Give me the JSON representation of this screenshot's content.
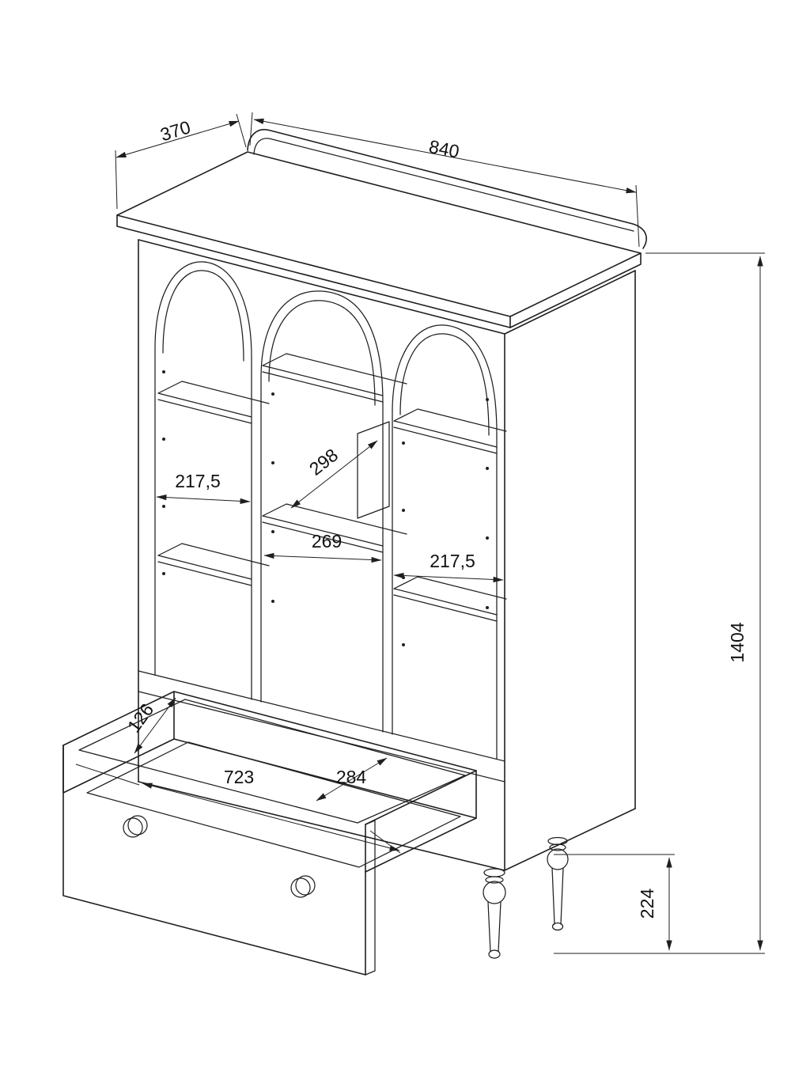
{
  "drawing": {
    "dimensions": {
      "depth_top": "370",
      "width_top": "840",
      "overall_height": "1404",
      "leg_height": "224",
      "left_compartment_width": "217,5",
      "middle_shelf_depth": "298",
      "middle_compartment_width": "269",
      "right_compartment_width": "217,5",
      "drawer_inner_height": "126",
      "drawer_inner_width": "723",
      "drawer_inner_depth": "284"
    }
  }
}
